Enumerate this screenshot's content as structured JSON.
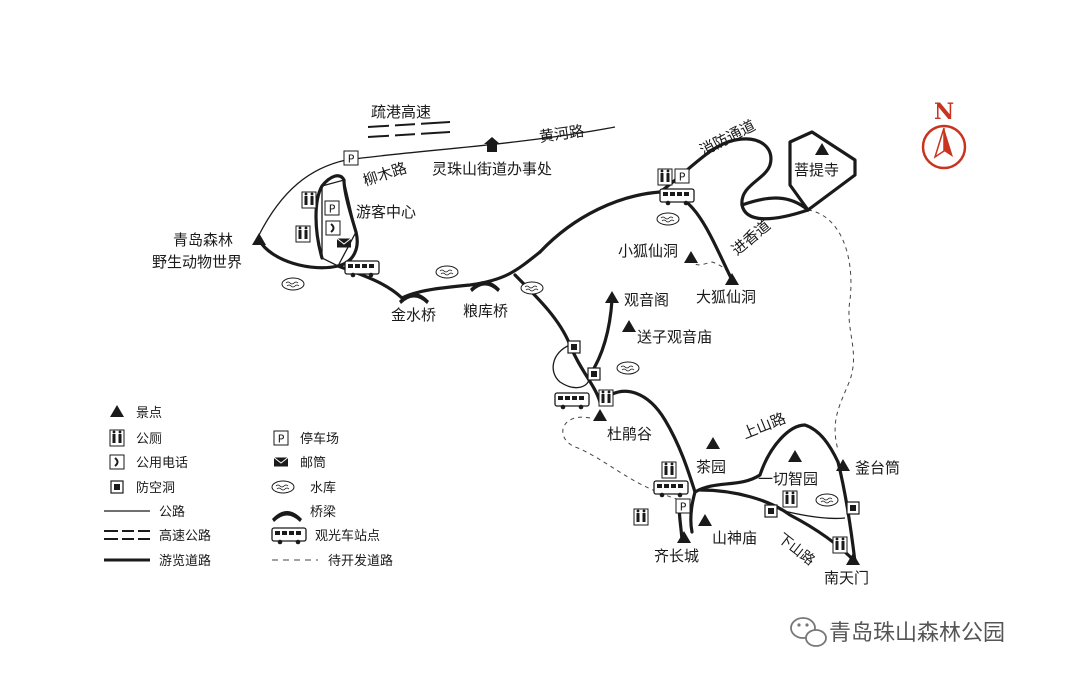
{
  "compass": {
    "letter": "N",
    "color": "#c8341f"
  },
  "places": {
    "shugang": "疏港高速",
    "huanghe": "黄河路",
    "liumu": "柳木路",
    "jiedao": "灵珠山街道办事处",
    "xiaofang": "消防通道",
    "puti": "菩提寺",
    "jinxiang": "进香道",
    "youke": "游客中心",
    "qingdao_l1": "青岛森林",
    "qingdao_l2": "野生动物世界",
    "jinshui": "金水桥",
    "liangku": "粮库桥",
    "xiaohu": "小狐仙洞",
    "dahu": "大狐仙洞",
    "guanyinge": "观音阁",
    "songzi": "送子观音庙",
    "dujuan": "杜鹃谷",
    "chayuan": "茶园",
    "shangshan": "上山路",
    "yiqie": "一切智园",
    "futai": "釜台筒",
    "qichang": "齐长城",
    "shanshen": "山神庙",
    "xiashan": "下山路",
    "nantian": "南天门"
  },
  "legend": {
    "scenic": "景点",
    "toilet": "公厕",
    "phone": "公用电话",
    "shelter": "防空洞",
    "road": "公路",
    "highway": "高速公路",
    "trail": "游览道路",
    "parking": "停车场",
    "mailbox": "邮筒",
    "reservoir": "水库",
    "bridge": "桥梁",
    "bus": "观光车站点",
    "planned": "待开发道路"
  },
  "watermark": "青岛珠山森林公园"
}
